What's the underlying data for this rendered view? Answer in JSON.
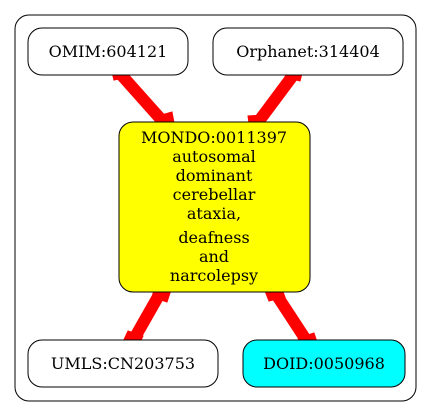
{
  "diagram": {
    "nodes": {
      "center": {
        "id": "MONDO:0011397",
        "label_lines": [
          "MONDO:0011397",
          "autosomal",
          "dominant",
          "cerebellar",
          "ataxia,",
          "deafness",
          "and",
          "narcolepsy"
        ],
        "fill": "#ffff00"
      },
      "omim": {
        "label": "OMIM:604121",
        "fill": "#ffffff"
      },
      "orphanet": {
        "label": "Orphanet:314404",
        "fill": "#ffffff"
      },
      "umls": {
        "label": "UMLS:CN203753",
        "fill": "#ffffff"
      },
      "doid": {
        "label": "DOID:0050968",
        "fill": "#00ffff"
      }
    },
    "edge_color": "#ff0000"
  }
}
